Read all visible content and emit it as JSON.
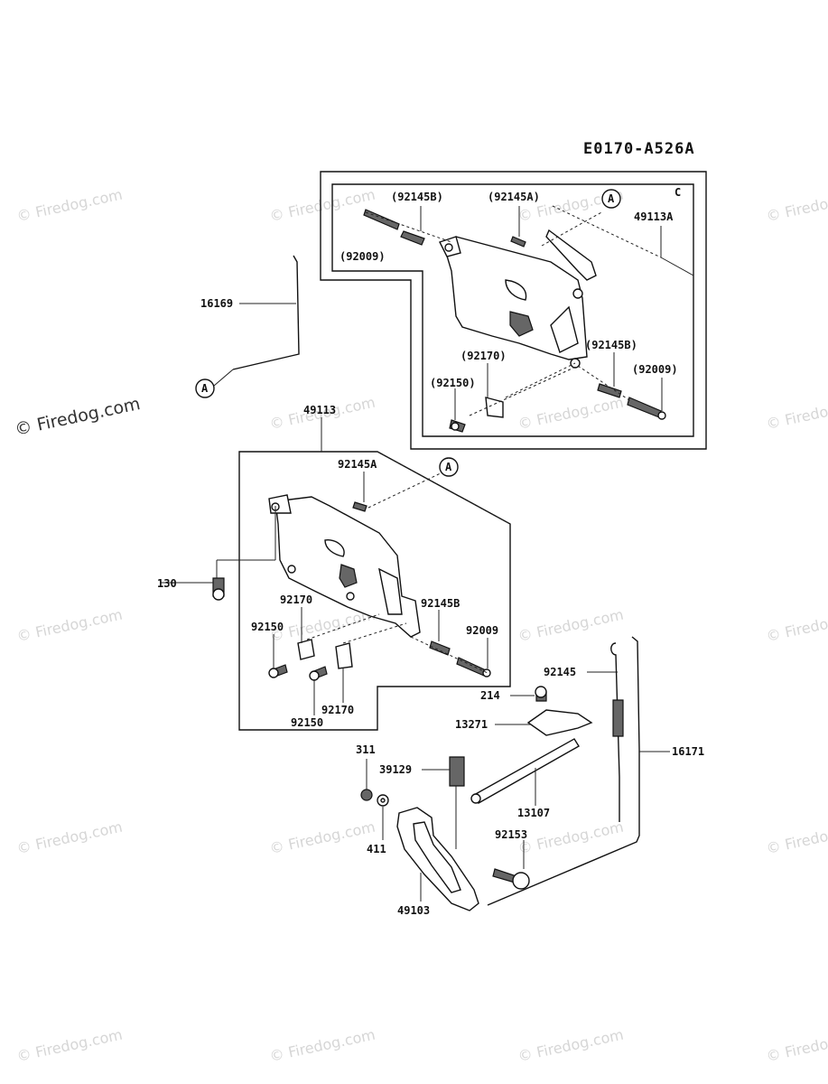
{
  "diagram_code": "E0170-A526A",
  "corner_mark": "C",
  "callout_letter": "A",
  "watermark": "© Firedog.com",
  "labels": {
    "top_92145B": "(92145B)",
    "top_92145A": "(92145A)",
    "top_49113A": "49113A",
    "top_92009_left": "(92009)",
    "top_92145B_right": "(92145B)",
    "top_92170": "(92170)",
    "top_92009_right": "(92009)",
    "top_92150": "(92150)",
    "l_16169": "16169",
    "l_49113": "49113",
    "l_92145A": "92145A",
    "l_130": "130",
    "l_92170_upper": "92170",
    "l_92145B": "92145B",
    "l_92150_left": "92150",
    "l_92009": "92009",
    "l_92170_lower": "92170",
    "l_92150_lower": "92150",
    "l_92145": "92145",
    "l_214": "214",
    "l_13271": "13271",
    "l_16171": "16171",
    "l_311": "311",
    "l_39129": "39129",
    "l_13107": "13107",
    "l_411": "411",
    "l_92153": "92153",
    "l_49103": "49103"
  }
}
